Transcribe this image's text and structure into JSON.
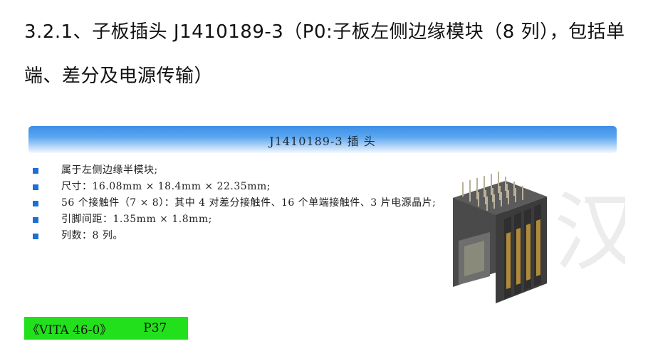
{
  "heading": "3.2.1、子板插头 J1410189-3（P0:子板左侧边缘模块（8 列），包括单端、差分及电源传输）",
  "banner": {
    "title": "J1410189-3 插 头"
  },
  "bullets": [
    "属于左侧边缘半模块;",
    "尺寸：16.08mm × 18.4mm × 22.35mm;",
    "56 个接触件（7 × 8）：其中 4 对差分接触件、16 个单端接触件、3 片电源晶片;",
    "引脚间距：1.35mm × 1.8mm;",
    "列数：8 列。"
  ],
  "reference": {
    "book": "《VITA 46-0》",
    "page": "P37"
  },
  "colors": {
    "banner_blue": "#3d8ee6",
    "bullet_blue": "#1d6fd6",
    "reference_bg": "#22e01c"
  }
}
